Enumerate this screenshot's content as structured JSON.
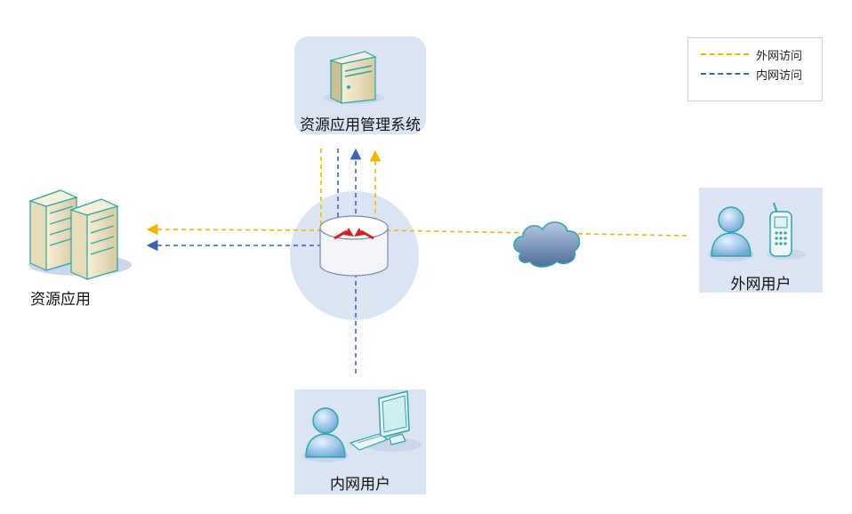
{
  "nodes": {
    "management": {
      "label": "资源应用管理系统"
    },
    "resource_app": {
      "label": "资源应用"
    },
    "external_user": {
      "label": "外网用户"
    },
    "internal_user": {
      "label": "内网用户"
    }
  },
  "legend": {
    "external_access": {
      "label": "外网访问",
      "color": "#f5b400"
    },
    "internal_access": {
      "label": "内网访问",
      "color": "#3b64b8"
    }
  },
  "icons": {
    "management": "server-icon",
    "resource_app": "server-rack-icon",
    "router": "router-icon",
    "cloud": "cloud-icon",
    "external_user": [
      "user-icon",
      "mobile-phone-icon"
    ],
    "internal_user": [
      "user-icon",
      "desktop-computer-icon"
    ]
  }
}
